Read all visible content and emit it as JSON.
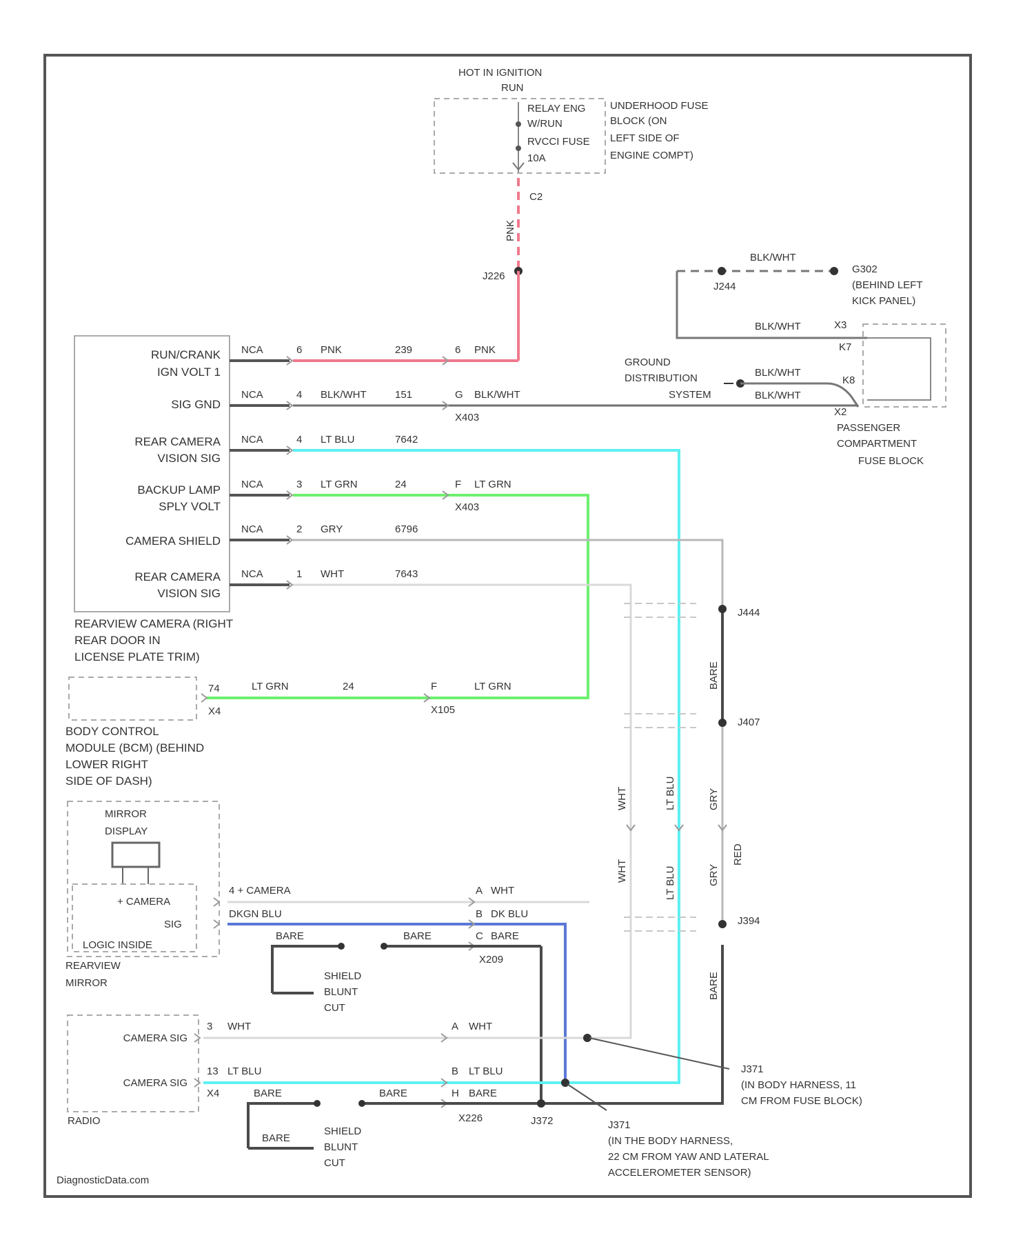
{
  "colors": {
    "frame": "#555555",
    "pink": "#f07a8e",
    "black": "#6f6f6f",
    "cyan": "#5ef0f2",
    "green": "#6ef06e",
    "gray": "#b8b8b8",
    "white_wire": "#d9d9d9",
    "darkblue": "#5b78d6",
    "bare": "#4a4a4a"
  },
  "top": {
    "hot_label": "HOT IN IGNITION",
    "run_label": "RUN",
    "relay_label": "RELAY ENG",
    "wrun_label": "W/RUN",
    "fuse_label": "RVCCI FUSE",
    "fuse_amp": "10A",
    "underhood_1": "UNDERHOOD FUSE",
    "underhood_2": "BLOCK (ON",
    "underhood_3": "LEFT SIDE OF",
    "underhood_4": "ENGINE COMPT)",
    "wire_pnk": "PNK",
    "pin_c2": "C2",
    "splice_j226": "J226"
  },
  "ground_block": {
    "wire1": "BLK/WHT",
    "splice": "J244",
    "g302_1": "G302",
    "g302_2": "(BEHIND LEFT",
    "g302_3": "KICK PANEL)",
    "wire2": "BLK/WHT",
    "pin_x3": "X3",
    "pin_k7": "K7",
    "ground_dist_1": "GROUND",
    "ground_dist_2": "DISTRIBUTION",
    "ground_dist_3": "SYSTEM",
    "wire3": "BLK/WHT",
    "wire4": "BLK/WHT",
    "pin_k8": "K8",
    "pin_x2": "X2",
    "pass_fuse_1": "PASSENGER",
    "pass_fuse_2": "COMPARTMENT",
    "pass_fuse_3": "FUSE BLOCK"
  },
  "camera": {
    "pin1_1": "RUN/CRANK",
    "pin1_2": "IGN VOLT 1",
    "pin2": "SIG GND",
    "pin3_1": "REAR CAMERA",
    "pin3_2": "VISION SIG",
    "pin4_1": "BACKUP LAMP",
    "pin4_2": "SPLY VOLT",
    "pin5": "CAMERA SHIELD",
    "pin6_1": "REAR CAMERA",
    "pin6_2": "VISION SIG",
    "caption_1": "REARVIEW CAMERA (RIGHT",
    "caption_2": "REAR DOOR IN",
    "caption_3": "LICENSE PLATE TRIM)"
  },
  "camera_wires": [
    {
      "conn": "NCA",
      "pin": "6",
      "color": "PNK",
      "circuit": "239",
      "pin2": "6",
      "color2": "PNK"
    },
    {
      "conn": "NCA",
      "pin": "4",
      "color": "BLK/WHT",
      "circuit": "151",
      "pin2": "G",
      "color2": "BLK/WHT",
      "conn_id": "X403"
    },
    {
      "conn": "NCA",
      "pin": "4",
      "color": "LT BLU",
      "circuit": "7642"
    },
    {
      "conn": "NCA",
      "pin": "3",
      "color": "LT GRN",
      "circuit": "24",
      "pin2": "F",
      "color2": "LT GRN",
      "conn_id": "X403"
    },
    {
      "conn": "NCA",
      "pin": "2",
      "color": "GRY",
      "circuit": "6796"
    },
    {
      "conn": "NCA",
      "pin": "1",
      "color": "WHT",
      "circuit": "7643"
    }
  ],
  "bcm": {
    "pin_top": "74",
    "pin_bot": "X4",
    "wire_color": "LT GRN",
    "circuit": "24",
    "pin2": "F",
    "color2": "LT GRN",
    "conn": "X105",
    "caption_1": "BODY CONTROL",
    "caption_2": "MODULE (BCM) (BEHIND",
    "caption_3": "LOWER RIGHT",
    "caption_4": "SIDE OF DASH)"
  },
  "splices": {
    "j444": "J444",
    "j407": "J407",
    "j394": "J394",
    "bare1": "BARE",
    "bare2": "BARE",
    "v_wht": "WHT",
    "v_ltblu": "LT BLU",
    "v_gry": "GRY",
    "v_wht2": "WHT",
    "v_ltblu2": "LT BLU",
    "v_gry2": "GRY",
    "v_red": "RED"
  },
  "mirror": {
    "display_1": "MIRROR",
    "display_2": "DISPLAY",
    "camera_label": "+ CAMERA",
    "sig_label": "SIG",
    "caption_1": "LOGIC INSIDE",
    "caption_2": "REARVIEW",
    "caption_3": "MIRROR",
    "wire1": "4 + CAMERA",
    "wire2": "DKGN BLU",
    "pin_a": "A",
    "wht_a": "WHT",
    "pin_b": "B",
    "dkblu_b": "DK BLU",
    "pin_c": "C",
    "bare_c": "BARE",
    "bare_l": "BARE",
    "bare_r": "BARE",
    "conn": "X209",
    "shield_1": "SHIELD",
    "shield_2": "BLUNT",
    "shield_3": "CUT"
  },
  "radio": {
    "sig1": "CAMERA SIG",
    "sig2": "CAMERA SIG",
    "pin1": "3",
    "wire1": "WHT",
    "pin2": "13",
    "wire2": "LT BLU",
    "pin3": "X4",
    "bare1": "BARE",
    "bare2": "BARE",
    "pin_a": "A",
    "wht_a": "WHT",
    "pin_b": "B",
    "ltblu_b": "LT BLU",
    "pin_h": "H",
    "bare_h": "BARE",
    "conn": "X226",
    "caption": "RADIO",
    "shield_bare": "BARE",
    "shield_1": "SHIELD",
    "shield_2": "BLUNT",
    "shield_3": "CUT",
    "splice": "J372"
  },
  "notes": {
    "j371_1": "J371",
    "j371_2": "(IN BODY HARNESS, 11",
    "j371_3": "CM FROM FUSE BLOCK)",
    "j371b_1": "J371",
    "j371b_2": "(IN THE BODY HARNESS,",
    "j371b_3": "22 CM FROM YAW AND LATERAL",
    "j371b_4": "ACCELEROMETER SENSOR)"
  },
  "footer": "DiagnosticData.com"
}
